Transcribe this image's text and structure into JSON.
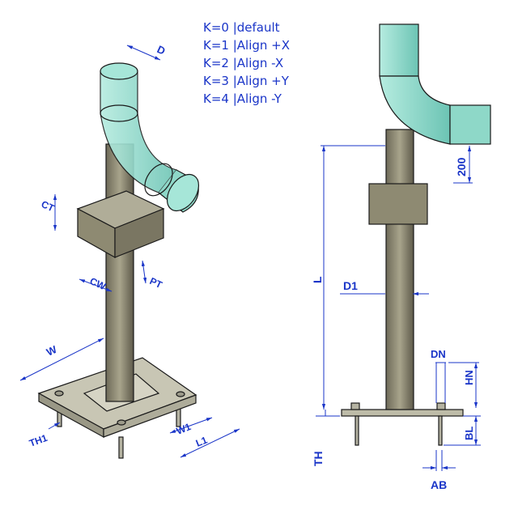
{
  "legend": {
    "k0": "K=0 |default",
    "k1": "K=1 |Align +X",
    "k2": "K=2 |Align -X",
    "k3": "K=3 |Align +Y",
    "k4": "K=4 |Align -Y"
  },
  "iso_labels": {
    "d": "D",
    "ct": "CT",
    "cw": "CW",
    "pt": "PT",
    "w": "W",
    "th1": "TH1",
    "w1": "W1",
    "l1": "L1"
  },
  "side_labels": {
    "l": "L",
    "d1": "D1",
    "offset": "200",
    "dn": "DN",
    "hn": "HN",
    "bl": "BL",
    "th": "TH",
    "ab": "AB"
  },
  "colors": {
    "dimension": "#1a35c8",
    "pipe": "#8ed8c8",
    "pipe_dark": "#5fb8a8",
    "post": "#8a8570",
    "plate": "#c8c6b4",
    "collar": "#8e8a72"
  }
}
